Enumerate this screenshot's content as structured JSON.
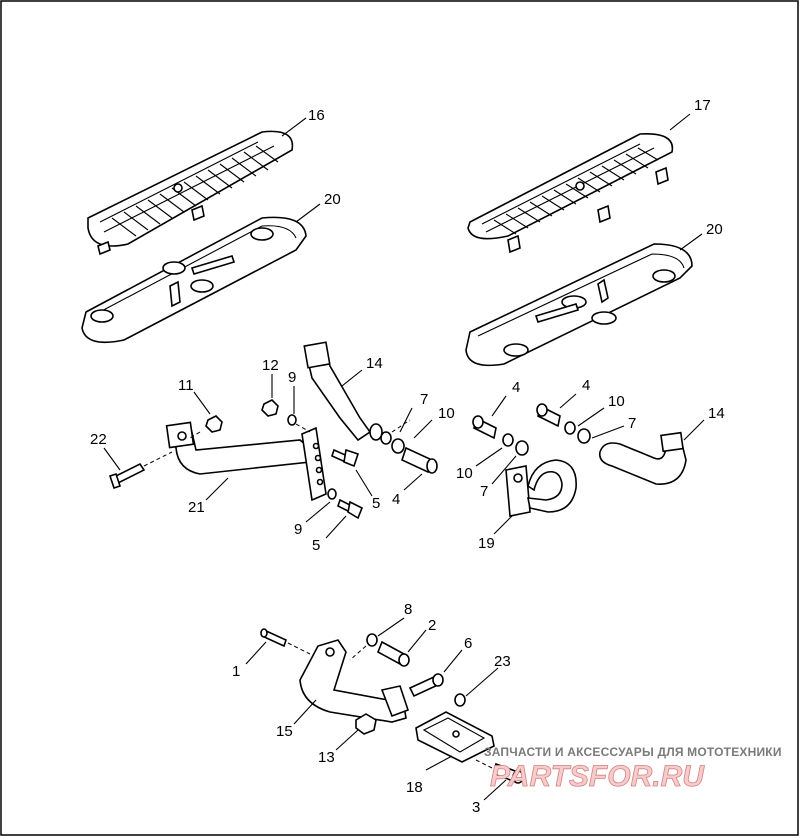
{
  "diagram": {
    "callouts": {
      "c16": "16",
      "c20a": "20",
      "c17": "17",
      "c20b": "20",
      "c12": "12",
      "c9a": "9",
      "c14a": "14",
      "c11": "11",
      "c7a": "7",
      "c10a": "10",
      "c22": "22",
      "c21": "21",
      "c5a": "5",
      "c4a": "4",
      "c9b": "9",
      "c5b": "5",
      "c4b": "4",
      "c4c": "4",
      "c10b": "10",
      "c14b": "14",
      "c7b": "7",
      "c10c": "10",
      "c7c": "7",
      "c19": "19",
      "c8": "8",
      "c2": "2",
      "c6": "6",
      "c23": "23",
      "c1": "1",
      "c15": "15",
      "c13": "13",
      "c18": "18",
      "c3": "3"
    }
  },
  "watermark": {
    "tagline": "ЗАПЧАСТИ И АКСЕССУАРЫ ДЛЯ МОТОТЕХНИКИ",
    "logo": "PARTSFOR.RU"
  }
}
